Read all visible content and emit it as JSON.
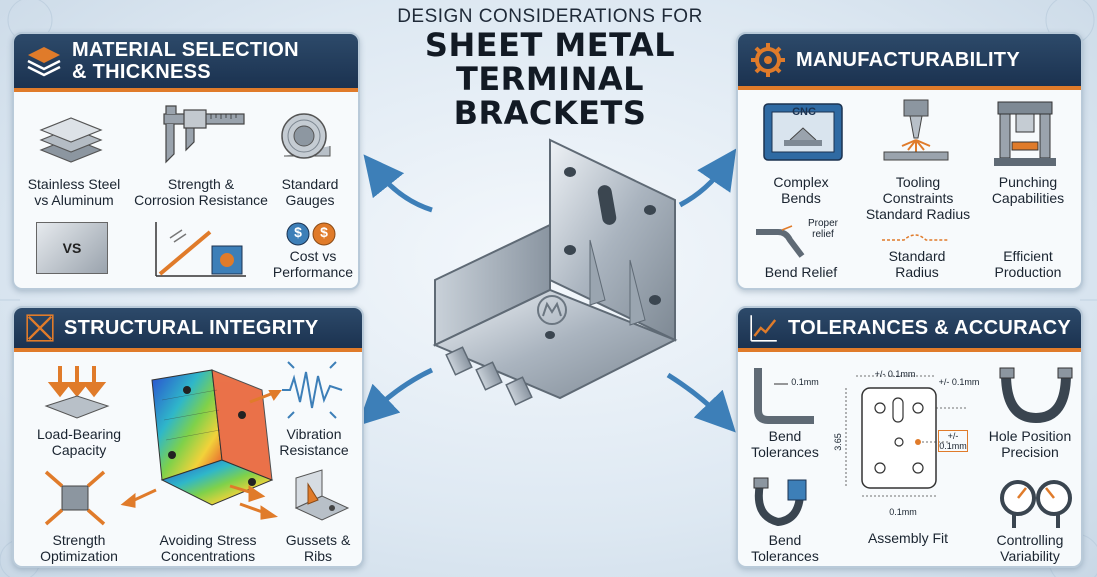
{
  "title": {
    "pre": "DESIGN CONSIDERATIONS FOR",
    "line1": "SHEET METAL",
    "line2": "TERMINAL BRACKETS"
  },
  "material": {
    "header_line1": "MATERIAL SELECTION",
    "header_line2": "& THICKNESS",
    "items": {
      "steel_l1": "Stainless Steel",
      "steel_l2": "vs Aluminum",
      "strength_l1": "Strength &",
      "strength_l2": "Corrosion Resistance",
      "gauges_l1": "Standard",
      "gauges_l2": "Gauges",
      "vs_text": "VS",
      "cost_l1": "Cost vs",
      "cost_l2": "Performance",
      "dollar": "$"
    }
  },
  "manufacturability": {
    "header": "MANUFACTURABILITY",
    "items": {
      "cnc": "CNC",
      "complex_l1": "Complex",
      "complex_l2": "Bends",
      "tooling_l1": "Tooling",
      "tooling_l2": "Constraints",
      "tooling_l3": "Standard Radius",
      "punching_l1": "Punching",
      "punching_l2": "Capabilities",
      "relief_note_l1": "Proper",
      "relief_note_l2": "relief",
      "bend_relief": "Bend Relief",
      "radius_l1": "Standard",
      "radius_l2": "Radius",
      "efficient_l1": "Efficient",
      "efficient_l2": "Production"
    }
  },
  "structural": {
    "header": "STRUCTURAL INTEGRITY",
    "items": {
      "load_l1": "Load-Bearing",
      "load_l2": "Capacity",
      "vibration_l1": "Vibration",
      "vibration_l2": "Resistance",
      "strength_l1": "Strength",
      "strength_l2": "Optimization",
      "stress_l1": "Avoiding Stress",
      "stress_l2": "Concentrations",
      "gussets_l1": "Gussets &",
      "gussets_l2": "Ribs"
    }
  },
  "tolerances": {
    "header": "TOLERANCES & ACCURACY",
    "items": {
      "dim_01": "0.1mm",
      "dim_pm1": "+/- 0.1mm",
      "dim_pm2": "+/- 0.1mm",
      "dim_pm3a": "+/-",
      "dim_pm3b": "0.1mm",
      "dim_side": "3.65",
      "dim_bottom": "0.1mm",
      "bend_tol_l1": "Bend",
      "bend_tol_l2": "Tolerances",
      "hole_l1": "Hole Position",
      "hole_l2": "Precision",
      "bend_tol2_l1": "Bend",
      "bend_tol2_l2": "Tolerances",
      "assembly": "Assembly Fit",
      "controlling_l1": "Controlling",
      "controlling_l2": "Variability"
    }
  },
  "colors": {
    "header_bg": "#1b3250",
    "accent": "#e07b2a",
    "arrow": "#3d7fb8"
  }
}
